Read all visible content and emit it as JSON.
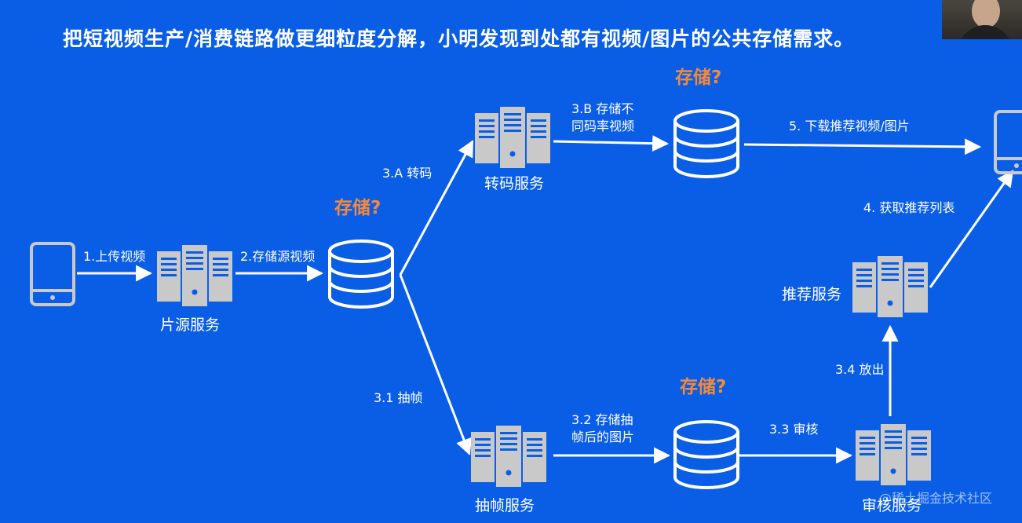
{
  "title": "把短视频生产/消费链路做更细粒度分解，小明发现到处都有视频/图片的公共存储需求。",
  "storage_question": "存储?",
  "nodes": {
    "source_service": "片源服务",
    "transcode_service": "转码服务",
    "frame_service": "抽帧服务",
    "recommend_service": "推荐服务",
    "review_service": "审核服务"
  },
  "edges": {
    "e1": "1.上传视频",
    "e2": "2.存储源视频",
    "e3a": "3.A  转码",
    "e3b_line1": "3.B  存储不",
    "e3b_line2": "同码率视频",
    "e5": "5.  下载推荐视频/图片",
    "e4": "4.  获取推荐列表",
    "e31": "3.1  抽帧",
    "e32_line1": "3.2  存储抽",
    "e32_line2": "帧后的图片",
    "e33": "3.3  审核",
    "e34": "3.4  放出"
  },
  "watermark": "@稀土掘金技术社区",
  "colors": {
    "background": "#0a5ee6",
    "accent": "#f5893a",
    "icon": "#c9c9c9",
    "text": "#ffffff"
  },
  "icons": [
    "phone-icon",
    "server-icon",
    "database-icon",
    "webcam-overlay"
  ]
}
